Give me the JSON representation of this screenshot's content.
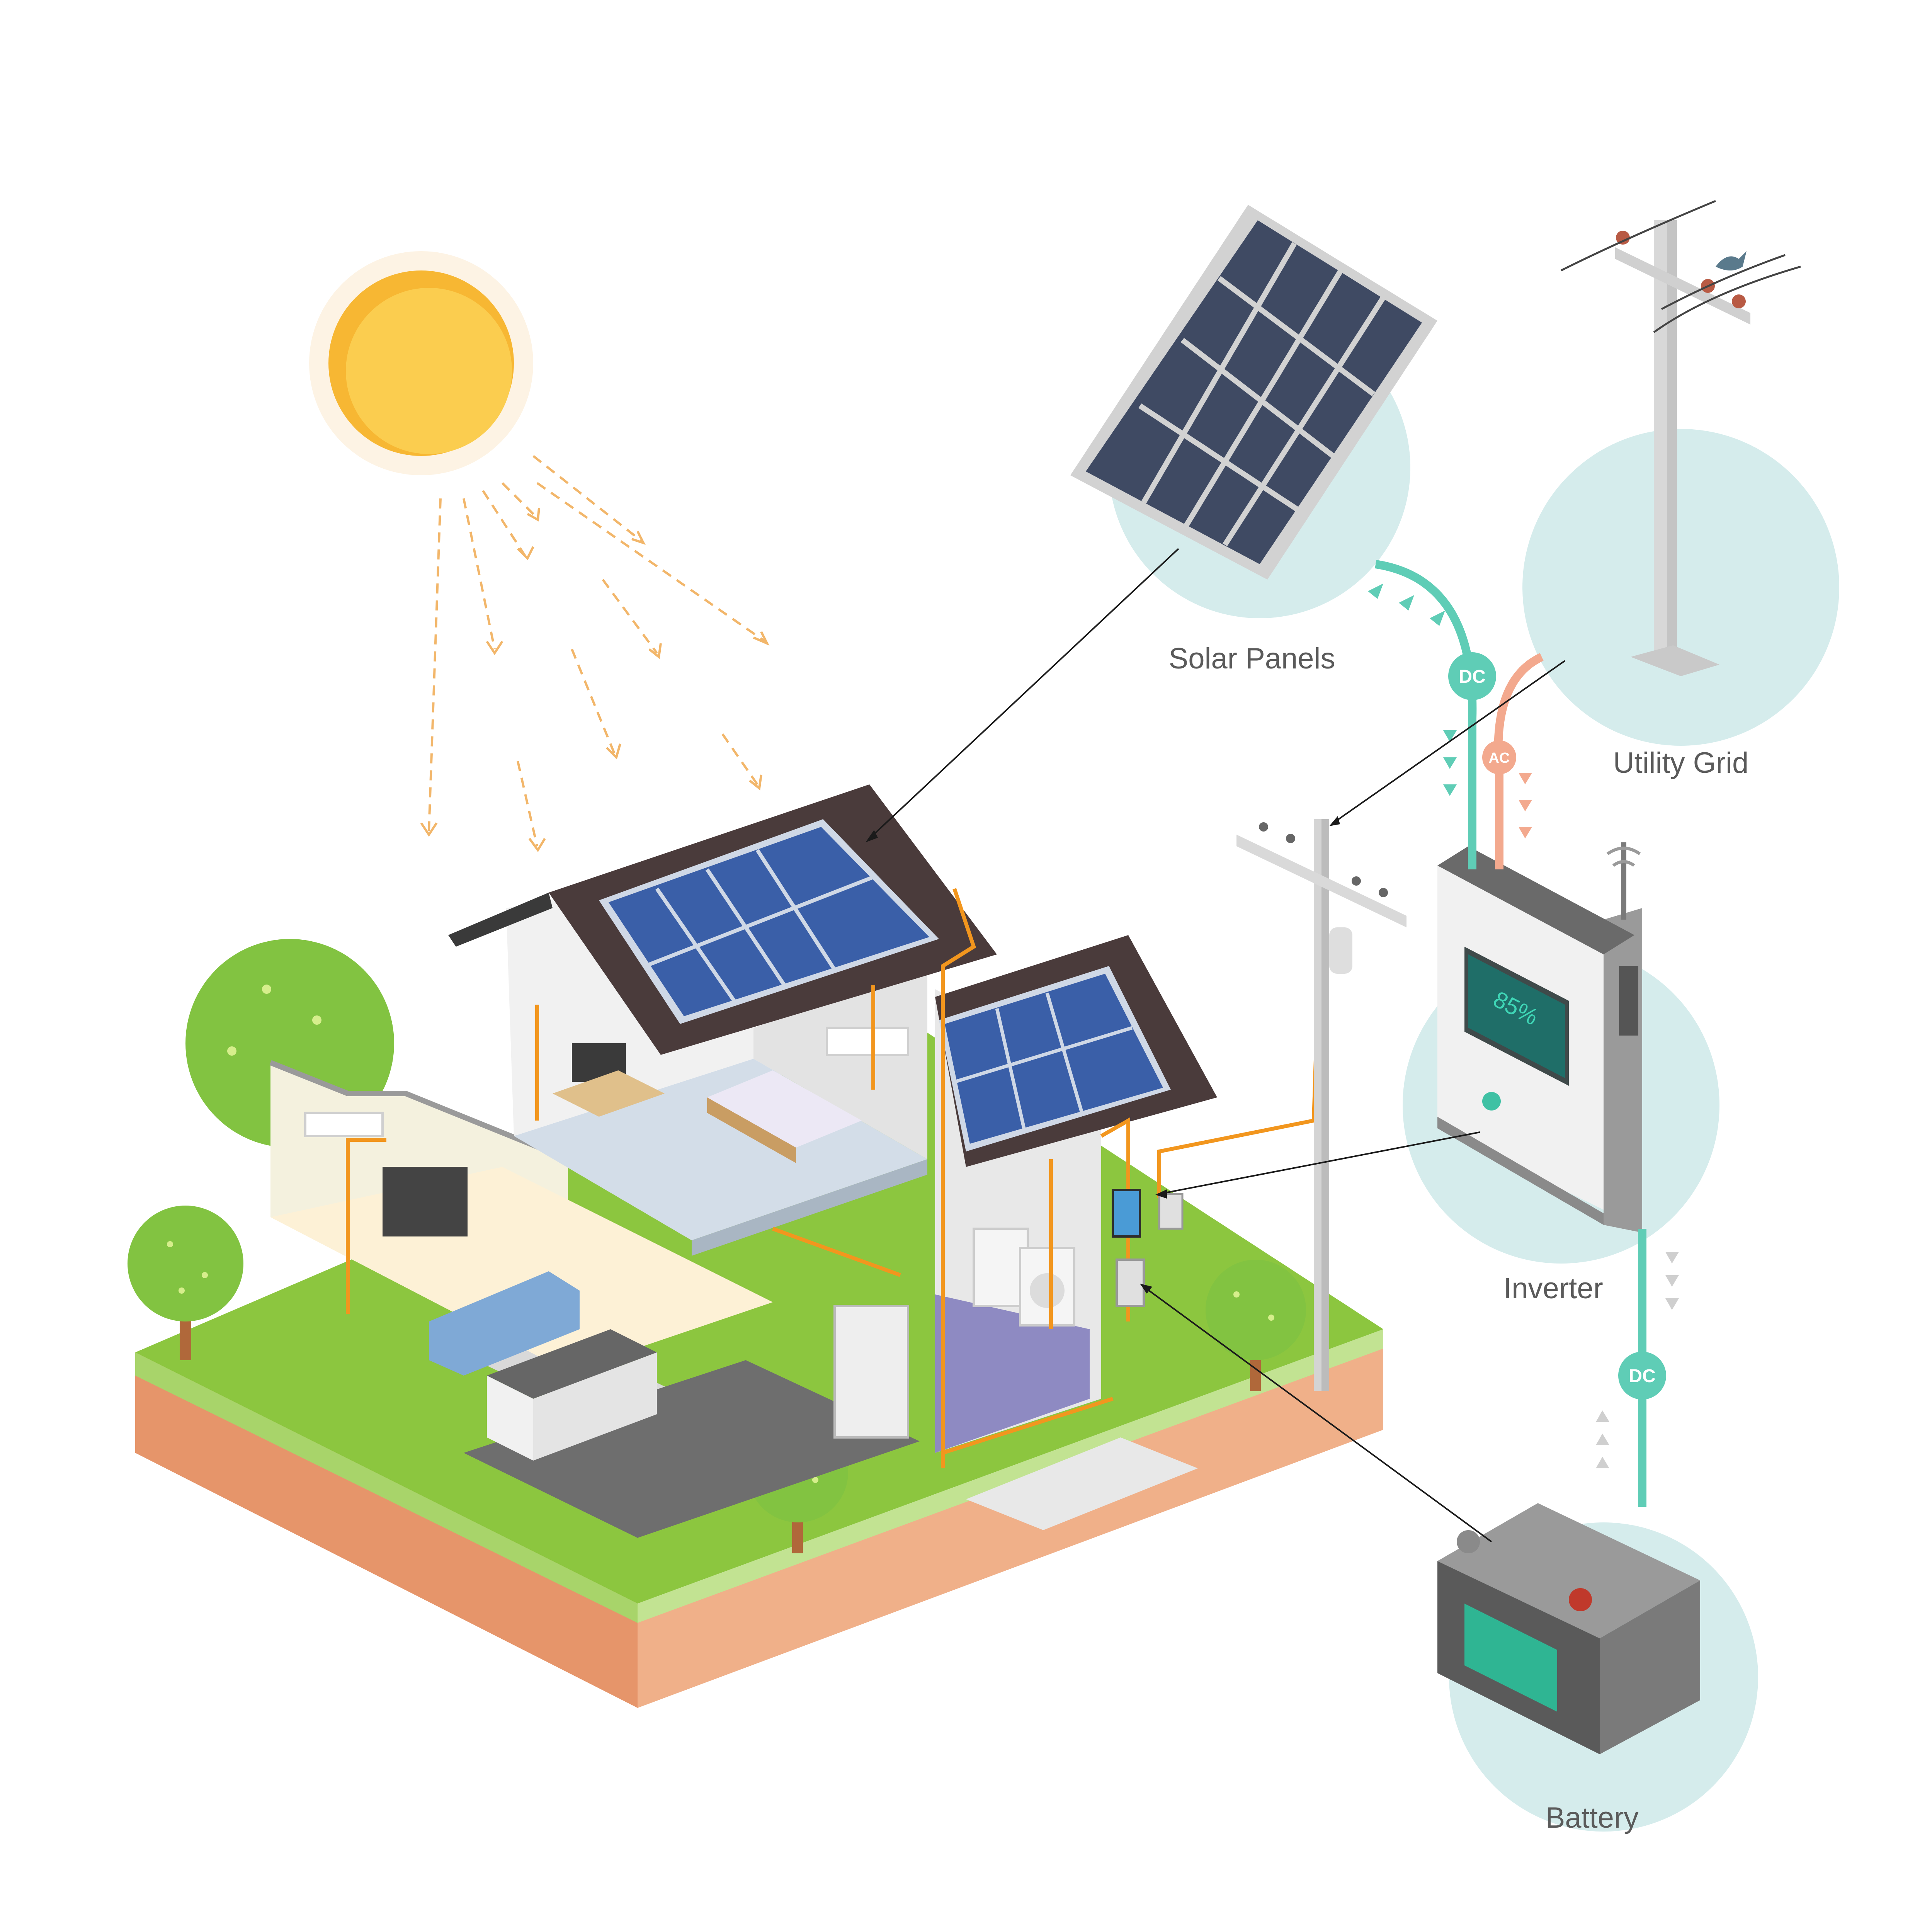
{
  "labels": {
    "solar_panels": "Solar Panels",
    "utility_grid": "Utility Grid",
    "inverter": "Inverter",
    "battery": "Battery"
  },
  "badges": {
    "dc_top": "DC",
    "ac": "AC",
    "dc_bottom": "DC"
  },
  "inverter_screen": {
    "charge": "85%"
  },
  "colors": {
    "sun": "#f7b733",
    "ray": "#f2b66a",
    "dc_line": "#5fcdb6",
    "ac_line": "#f3a98e",
    "wiring": "#f2961e",
    "circle_bg": "#d5ecec",
    "panel_cell": "#3a5fa8",
    "grass": "#8cc63f",
    "soil": "#e6956a"
  },
  "icons": [
    "sun-icon",
    "solar-panel-icon",
    "utility-pole-icon",
    "inverter-icon",
    "battery-icon",
    "house-icon",
    "tree-icon",
    "bird-icon",
    "wifi-icon"
  ]
}
